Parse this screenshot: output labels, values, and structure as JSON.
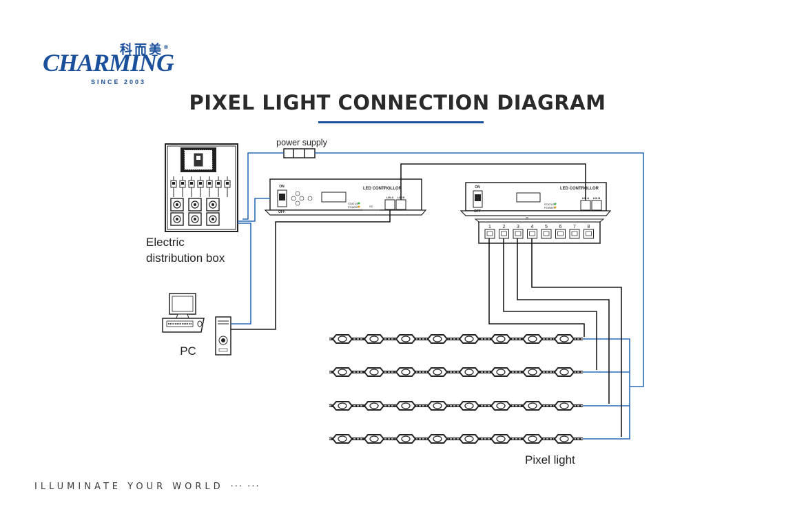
{
  "logo": {
    "chinese": "科而美",
    "registered": "®",
    "wordmark": "CHARMING",
    "since": "SINCE 2003"
  },
  "title": "PIXEL LIGHT CONNECTION DIAGRAM",
  "labels": {
    "power_supply": "power supply",
    "distribution_box_line1": "Electric",
    "distribution_box_line2": "distribution box",
    "pc": "PC",
    "pixel_light": "Pixel light"
  },
  "controller": {
    "title": "LED CONTROLLOR",
    "title_right": "LED CONTROLLOR",
    "switch_on": "ON",
    "switch_off": "OFF",
    "port_a": "LIN A",
    "port_b": "LIN B",
    "status1": "STATUS",
    "status2": "POWER",
    "sd": "SD"
  },
  "splitter": {
    "ports": [
      "1",
      "2",
      "3",
      "4",
      "5",
      "6",
      "7",
      "8"
    ]
  },
  "footer": {
    "slogan": "ILLUMINATE YOUR WORLD",
    "dots": "··· ···"
  },
  "colors": {
    "brand_blue": "#1a4f9c",
    "wire_blue": "#2a6ab8",
    "wire_black": "#1a1a1a"
  }
}
